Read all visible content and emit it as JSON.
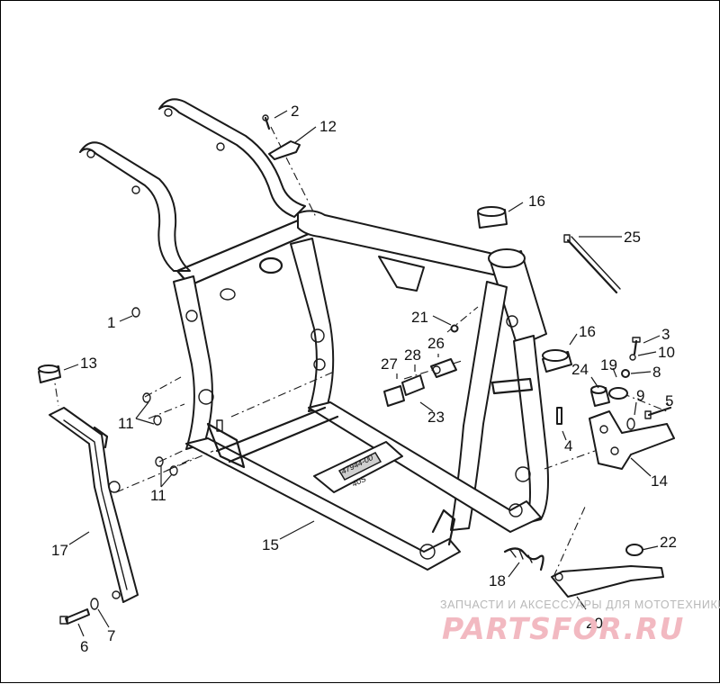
{
  "diagram": {
    "callouts": {
      "c1": "1",
      "c2": "2",
      "c3": "3",
      "c4": "4",
      "c5": "5",
      "c6": "6",
      "c7": "7",
      "c8": "8",
      "c9": "9",
      "c10": "10",
      "c11a": "11",
      "c11b": "11",
      "c12": "12",
      "c13": "13",
      "c14": "14",
      "c15": "15",
      "c16a": "16",
      "c16b": "16",
      "c17": "17",
      "c18": "18",
      "c19": "19",
      "c20": "20",
      "c21": "21",
      "c22": "22",
      "c23": "23",
      "c24": "24",
      "c25": "25",
      "c26": "26",
      "c27": "27",
      "c28": "28"
    },
    "crossmember_stamp": "47944-00",
    "crossmember_stamp_small": "40S",
    "watermark_caption": "ЗАПЧАСТИ И АКСЕССУАРЫ ДЛЯ МОТОТЕХНИКИ",
    "watermark_brand": "PARTSFOR.RU"
  }
}
